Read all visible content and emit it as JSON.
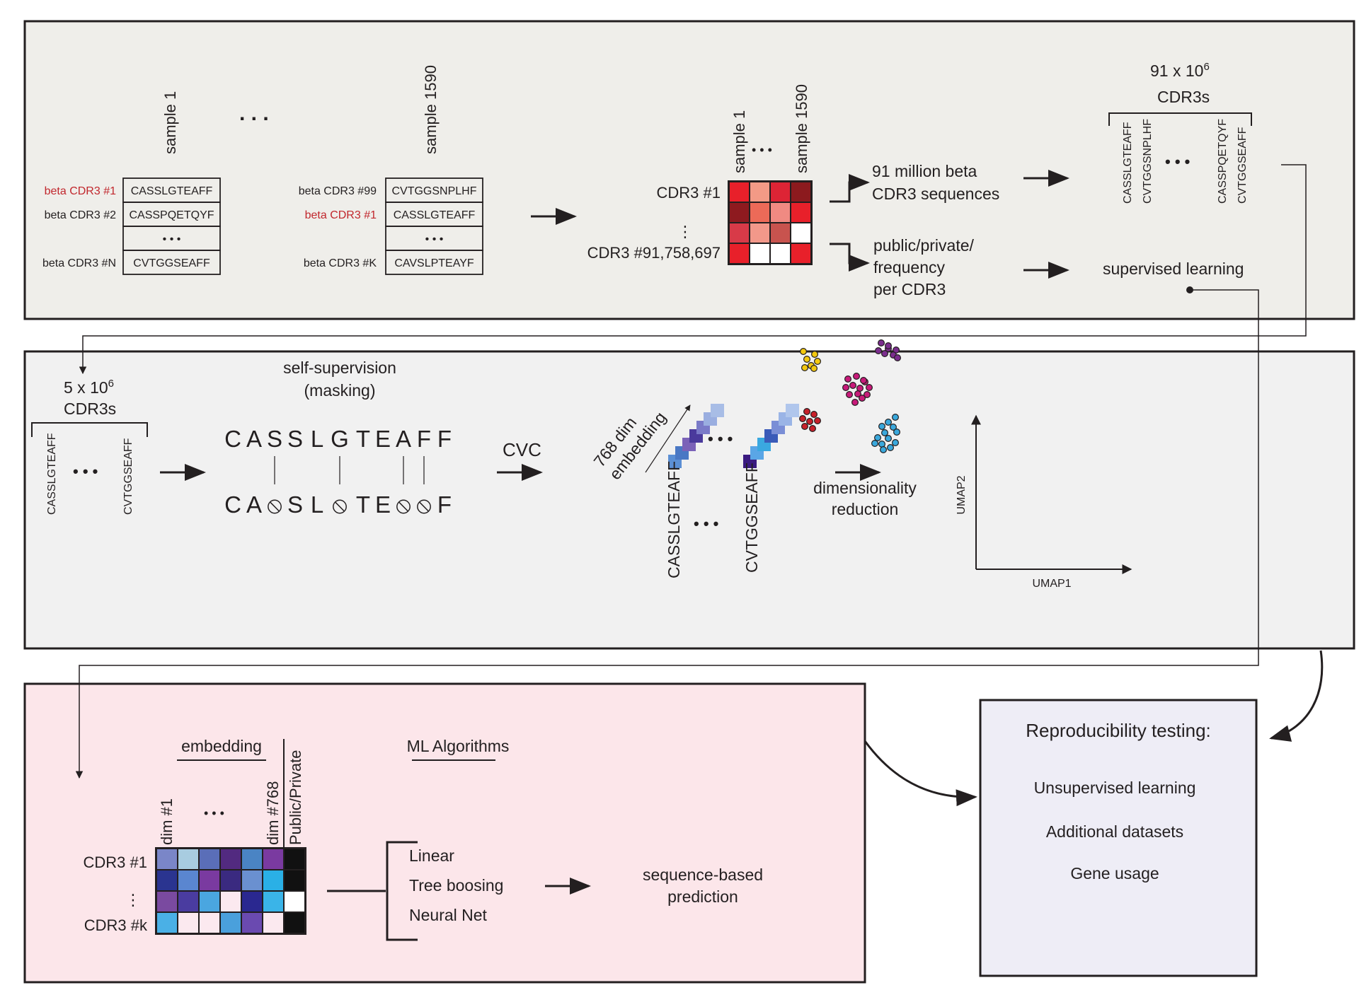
{
  "panel1": {
    "sample_first": "sample 1",
    "sample_last": "sample 1590",
    "ellipsis": ". . .",
    "table1": {
      "rows": [
        {
          "label": "beta CDR3 #1",
          "seq": "CASSLGTEAFF",
          "highlight": true
        },
        {
          "label": "beta CDR3 #2",
          "seq": "CASSPQETQYF",
          "highlight": false
        },
        {
          "label": "",
          "seq": "• • •",
          "highlight": false
        },
        {
          "label": "beta CDR3 #N",
          "seq": "CVTGGSEAFF",
          "highlight": false
        }
      ]
    },
    "table2": {
      "rows": [
        {
          "label": "beta CDR3 #99",
          "seq": "CVTGGSNPLHF",
          "highlight": false
        },
        {
          "label": "beta CDR3 #1",
          "seq": "CASSLGTEAFF",
          "highlight": true
        },
        {
          "label": "",
          "seq": "• • •",
          "highlight": false
        },
        {
          "label": "beta CDR3 #K",
          "seq": "CAVSLPTEAYF",
          "highlight": false
        }
      ]
    },
    "matrix": {
      "row_first": "CDR3 #1",
      "row_last": "CDR3 #91,758,697",
      "col_first": "sample 1",
      "col_last": "sample 1590",
      "col_ellipsis": "• • •",
      "cells": [
        [
          "#e8202a",
          "#f39a86",
          "#dd2435",
          "#8c1a1e"
        ],
        [
          "#8e1a1f",
          "#ec6a58",
          "#f08a82",
          "#e8202a"
        ],
        [
          "#d83a48",
          "#f2988a",
          "#c8534e",
          "#ffffff"
        ],
        [
          "#e8202a",
          "#ffffff",
          "#ffffff",
          "#e8202a"
        ]
      ]
    },
    "branch_top": [
      "91 million beta",
      "CDR3 sequences"
    ],
    "branch_bottom": [
      "public/private/",
      "frequency",
      "per CDR3"
    ],
    "cdr3_count_line1": "91 x 10",
    "cdr3_count_exp": "6",
    "cdr3_count_line2": "CDR3s",
    "bracket_seqs_left": [
      "CASSLGTEAFF",
      "CVTGGSNPLHF"
    ],
    "bracket_seqs_right": [
      "CASSPQETQYF",
      "CVTGGSEAFF"
    ],
    "supervised": "supervised learning"
  },
  "panel2": {
    "count_line1": "5 x 10",
    "count_exp": "6",
    "count_line2": "CDR3s",
    "seqs": [
      "CASSLGTEAFF",
      "CVTGGSEAFF"
    ],
    "self_sup": [
      "self-supervision",
      "(masking)"
    ],
    "orig_letters": [
      "C",
      "A",
      "S",
      "S",
      "L",
      "G",
      "T",
      "E",
      "A",
      "F",
      "F"
    ],
    "masked_letters": [
      "C",
      "A",
      "⦸",
      "S",
      "L",
      "⦸",
      "T",
      "E",
      "⦸",
      "⦸",
      "F"
    ],
    "cvc": "CVC",
    "embed_label": [
      "768 dim",
      "embedding"
    ],
    "embed_seqs": [
      "CASSLGTEAFF",
      "CVTGGSEAFF"
    ],
    "embed_colors_a": [
      "#5b8fd4",
      "#4a78c4",
      "#7b62b8",
      "#4a3a9c",
      "#7a7ac8",
      "#9aaee0",
      "#a8bde6"
    ],
    "embed_colors_b": [
      "#3a1a80",
      "#5aa6e6",
      "#3aa8e0",
      "#3a5ab8",
      "#7a8ed6",
      "#9ab4e6",
      "#b0c6ec"
    ],
    "dimred": [
      "dimensionality",
      "reduction"
    ],
    "umap_x": "UMAP1",
    "umap_y": "UMAP2",
    "clusters": [
      {
        "color": "#f2c80f",
        "points": [
          [
            1135,
            497
          ],
          [
            1151,
            501
          ],
          [
            1140,
            508
          ],
          [
            1155,
            511
          ],
          [
            1146,
            517
          ],
          [
            1137,
            520
          ],
          [
            1150,
            521
          ]
        ]
      },
      {
        "color": "#7b2d8e",
        "points": [
          [
            1245,
            485
          ],
          [
            1255,
            493
          ],
          [
            1241,
            496
          ],
          [
            1266,
            495
          ],
          [
            1250,
            500
          ],
          [
            1262,
            502
          ],
          [
            1268,
            506
          ],
          [
            1255,
            489
          ]
        ]
      },
      {
        "color": "#c81a7a",
        "points": [
          [
            1198,
            536
          ],
          [
            1210,
            532
          ],
          [
            1222,
            540
          ],
          [
            1195,
            548
          ],
          [
            1205,
            545
          ],
          [
            1215,
            549
          ],
          [
            1228,
            548
          ],
          [
            1200,
            558
          ],
          [
            1212,
            557
          ],
          [
            1225,
            558
          ],
          [
            1218,
            563
          ],
          [
            1208,
            569
          ],
          [
            1220,
            538
          ]
        ]
      },
      {
        "color": "#c8202a",
        "points": [
          [
            1140,
            582
          ],
          [
            1150,
            586
          ],
          [
            1134,
            592
          ],
          [
            1144,
            596
          ],
          [
            1155,
            595
          ],
          [
            1137,
            603
          ],
          [
            1148,
            606
          ]
        ]
      },
      {
        "color": "#3aa8dc",
        "points": [
          [
            1265,
            590
          ],
          [
            1255,
            597
          ],
          [
            1246,
            603
          ],
          [
            1262,
            604
          ],
          [
            1250,
            612
          ],
          [
            1267,
            611
          ],
          [
            1240,
            619
          ],
          [
            1255,
            620
          ],
          [
            1265,
            626
          ],
          [
            1246,
            628
          ],
          [
            1258,
            633
          ],
          [
            1248,
            636
          ],
          [
            1236,
            627
          ]
        ]
      }
    ]
  },
  "panel3": {
    "embedding_label": "embedding",
    "ml_label": "ML Algorithms",
    "col_first": "dim #1",
    "col_last": "dim #768",
    "col_pub": "Public/Private",
    "col_ellipsis": "• • •",
    "row_first": "CDR3 #1",
    "row_last": "CDR3 #k",
    "cells": [
      [
        "#7a86c8",
        "#a8cce0",
        "#5a6eb8",
        "#522a80",
        "#4a84c4",
        "#7a3aa0",
        "#111111"
      ],
      [
        "#2a3490",
        "#5a86d0",
        "#7a3aa0",
        "#3a2a80",
        "#6a90d0",
        "#2ab0e6",
        "#111111"
      ],
      [
        "#7a4aa0",
        "#4a3ca0",
        "#4aa6e0",
        "#fbe9ef",
        "#2a2890",
        "#3ab4e8",
        "#ffffff"
      ],
      [
        "#4ab0e6",
        "#fbe9ef",
        "#fbe9ef",
        "#4aa0dc",
        "#6a4ab0",
        "#fbe9ef",
        "#111111"
      ]
    ],
    "algorithms": [
      "Linear",
      "Tree boosing",
      "Neural Net"
    ],
    "prediction": [
      "sequence-based",
      "prediction"
    ]
  },
  "panel4": {
    "title": "Reproducibility testing:",
    "items": [
      "Unsupervised learning",
      "Additional datasets",
      "Gene usage"
    ]
  },
  "colors": {
    "panel1_bg": "#efeeea",
    "panel2_bg": "#f1f1f1",
    "panel3_bg": "#fce6ea",
    "panel4_bg": "#eeedf6",
    "highlight": "#c1272d",
    "ink": "#231f20"
  }
}
